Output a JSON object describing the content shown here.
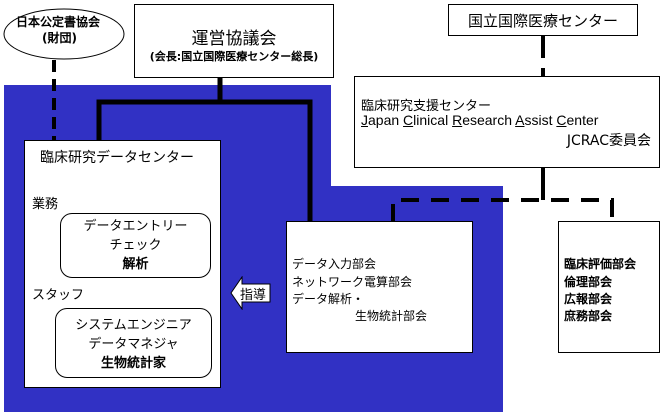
{
  "notary_association": {
    "line1": "日本公定書協会",
    "line2": "(財団)"
  },
  "steering_council": {
    "title": "運営協議会",
    "subtitle": "(会長:国立国際医療センター総長)"
  },
  "national_center": {
    "title": "国立国際医療センター"
  },
  "support_center": {
    "title": "臨床研究支援センター",
    "english_parts": [
      {
        "initial": "J",
        "rest": "apan "
      },
      {
        "initial": "C",
        "rest": "linical "
      },
      {
        "initial": "R",
        "rest": "esearch "
      },
      {
        "initial": "A",
        "rest": "ssist "
      },
      {
        "initial": "C",
        "rest": "enter"
      }
    ],
    "committee": "JCRAC委員会"
  },
  "data_center": {
    "title": "臨床研究データセンター",
    "duties_label": "業務",
    "duties": [
      "データエントリー",
      "チェック",
      "解析"
    ],
    "staff_label": "スタッフ",
    "staff": [
      "システムエンジニア",
      "データマネジャ",
      "生物統計家"
    ]
  },
  "guidance_arrow": {
    "label": "指導"
  },
  "subcommittees": {
    "items": [
      "データ入力部会",
      "ネットワーク電算部会",
      "データ解析・",
      "生物統計部会"
    ]
  },
  "other_committees": {
    "items": [
      "臨床評価部会",
      "倫理部会",
      "広報部会",
      "庶務部会"
    ]
  },
  "colors": {
    "region_blue": "#3131c4",
    "line": "#000000"
  }
}
